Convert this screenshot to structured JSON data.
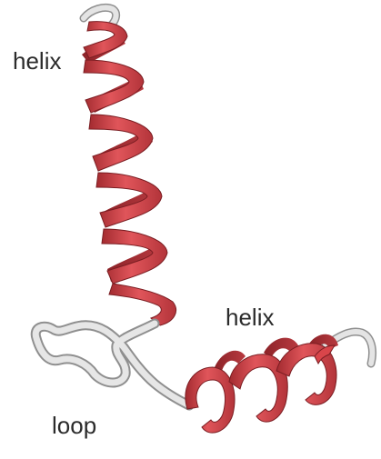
{
  "diagram": {
    "labels": {
      "helix_top": "helix",
      "helix_right": "helix",
      "loop": "loop"
    },
    "colors": {
      "helix_fill": "#d9454a",
      "helix_dark": "#9e2a2f",
      "helix_light": "#ee7d80",
      "coil_fill": "#e4e4e4",
      "coil_edge": "#8f8f8f",
      "background": "#ffffff"
    }
  }
}
